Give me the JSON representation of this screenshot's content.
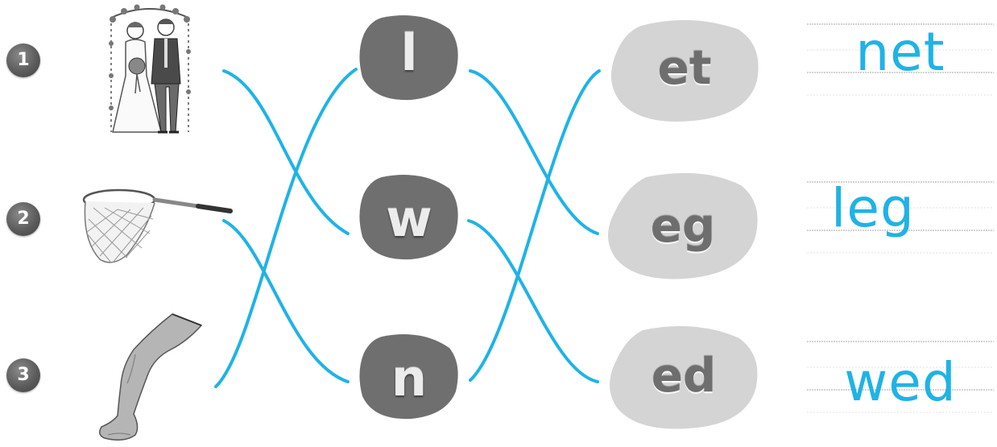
{
  "exercise": {
    "numbers": [
      "1",
      "2",
      "3"
    ],
    "pictures": [
      {
        "name": "bride-and-groom-picture",
        "depicts": "bride and groom at a wedding"
      },
      {
        "name": "butterfly-net-picture",
        "depicts": "net"
      },
      {
        "name": "leg-picture",
        "depicts": "leg"
      }
    ],
    "onsets": [
      "l",
      "w",
      "n"
    ],
    "rimes": [
      "et",
      "eg",
      "ed"
    ],
    "answers": [
      "net",
      "leg",
      "wed"
    ]
  },
  "colors": {
    "connector_line": "#1fb3e6",
    "answer_text": "#1fb3e6",
    "onset_blob": "#6f6f6f",
    "rime_blob": "#d4d4d4",
    "number_badge": "#5c5c5c"
  }
}
